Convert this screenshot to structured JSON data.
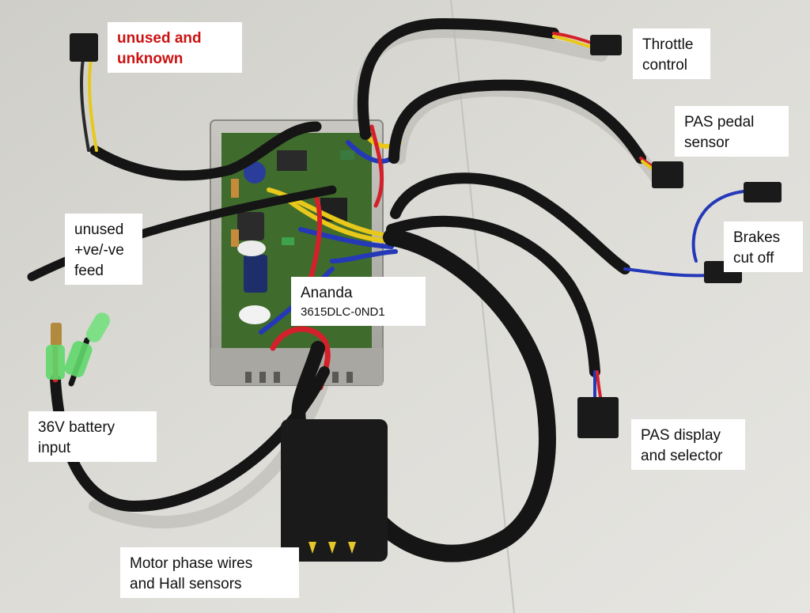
{
  "colors": {
    "background": "#d9d8d3",
    "label_bg": "#ffffff",
    "label_text": "#111111",
    "warning_text": "#cc1111",
    "cable": "#151515",
    "wire_red": "#d4202a",
    "wire_yellow": "#e8c81a",
    "wire_blue": "#2438b8",
    "pcb_green": "#3f6b2d",
    "heatsink": "#b8b6b0",
    "sleeve_green": "#5fd86a"
  },
  "labels": {
    "unused_unknown": "unused and\nunknown",
    "throttle": "Throttle\ncontrol",
    "pas_pedal": "PAS pedal\nsensor",
    "brakes": "Brakes\ncut off",
    "unused_feed": "unused\n+ve/-ve\nfeed",
    "controller_name": "Ananda",
    "controller_model": "3615DLC-0ND1",
    "battery": "36V battery\ninput",
    "pas_display": "PAS display\nand selector",
    "motor": "Motor phase wires\nand Hall sensors"
  }
}
